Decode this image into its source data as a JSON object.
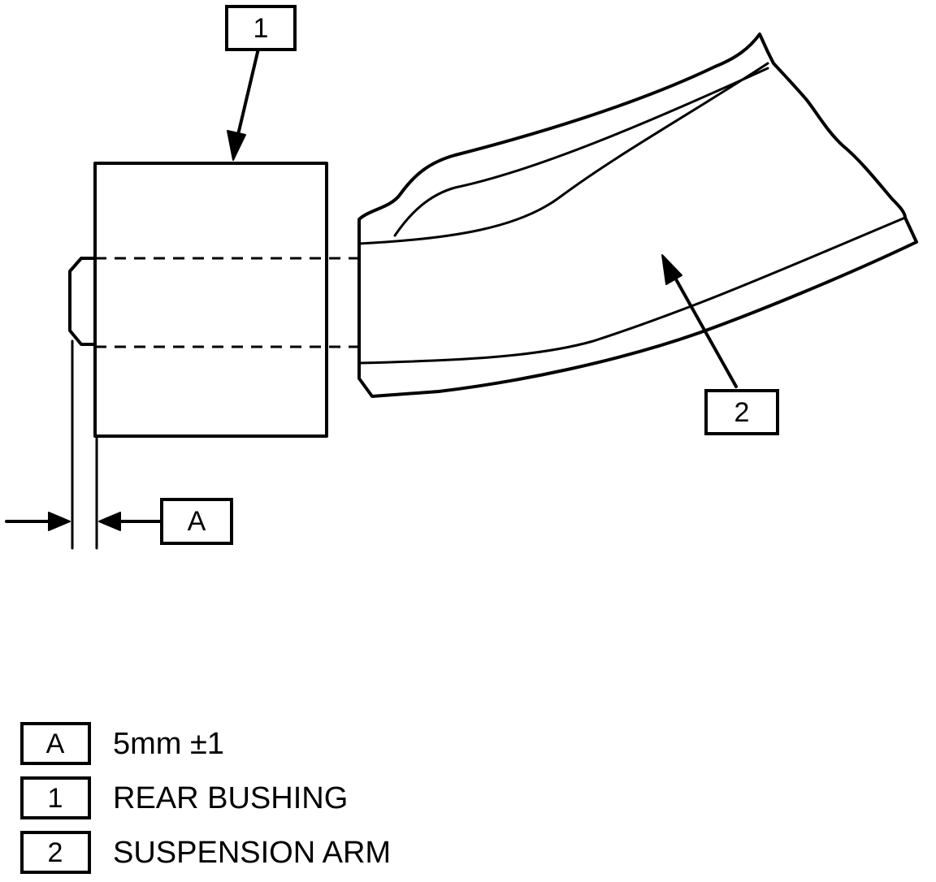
{
  "callouts": {
    "bushing": "1",
    "arm": "2",
    "dimension": "A"
  },
  "legend": [
    {
      "key": "A",
      "text": "5mm ±1"
    },
    {
      "key": "1",
      "text": "REAR BUSHING"
    },
    {
      "key": "2",
      "text": "SUSPENSION ARM"
    }
  ],
  "colors": {
    "ink": "#000000",
    "paper": "#ffffff"
  }
}
